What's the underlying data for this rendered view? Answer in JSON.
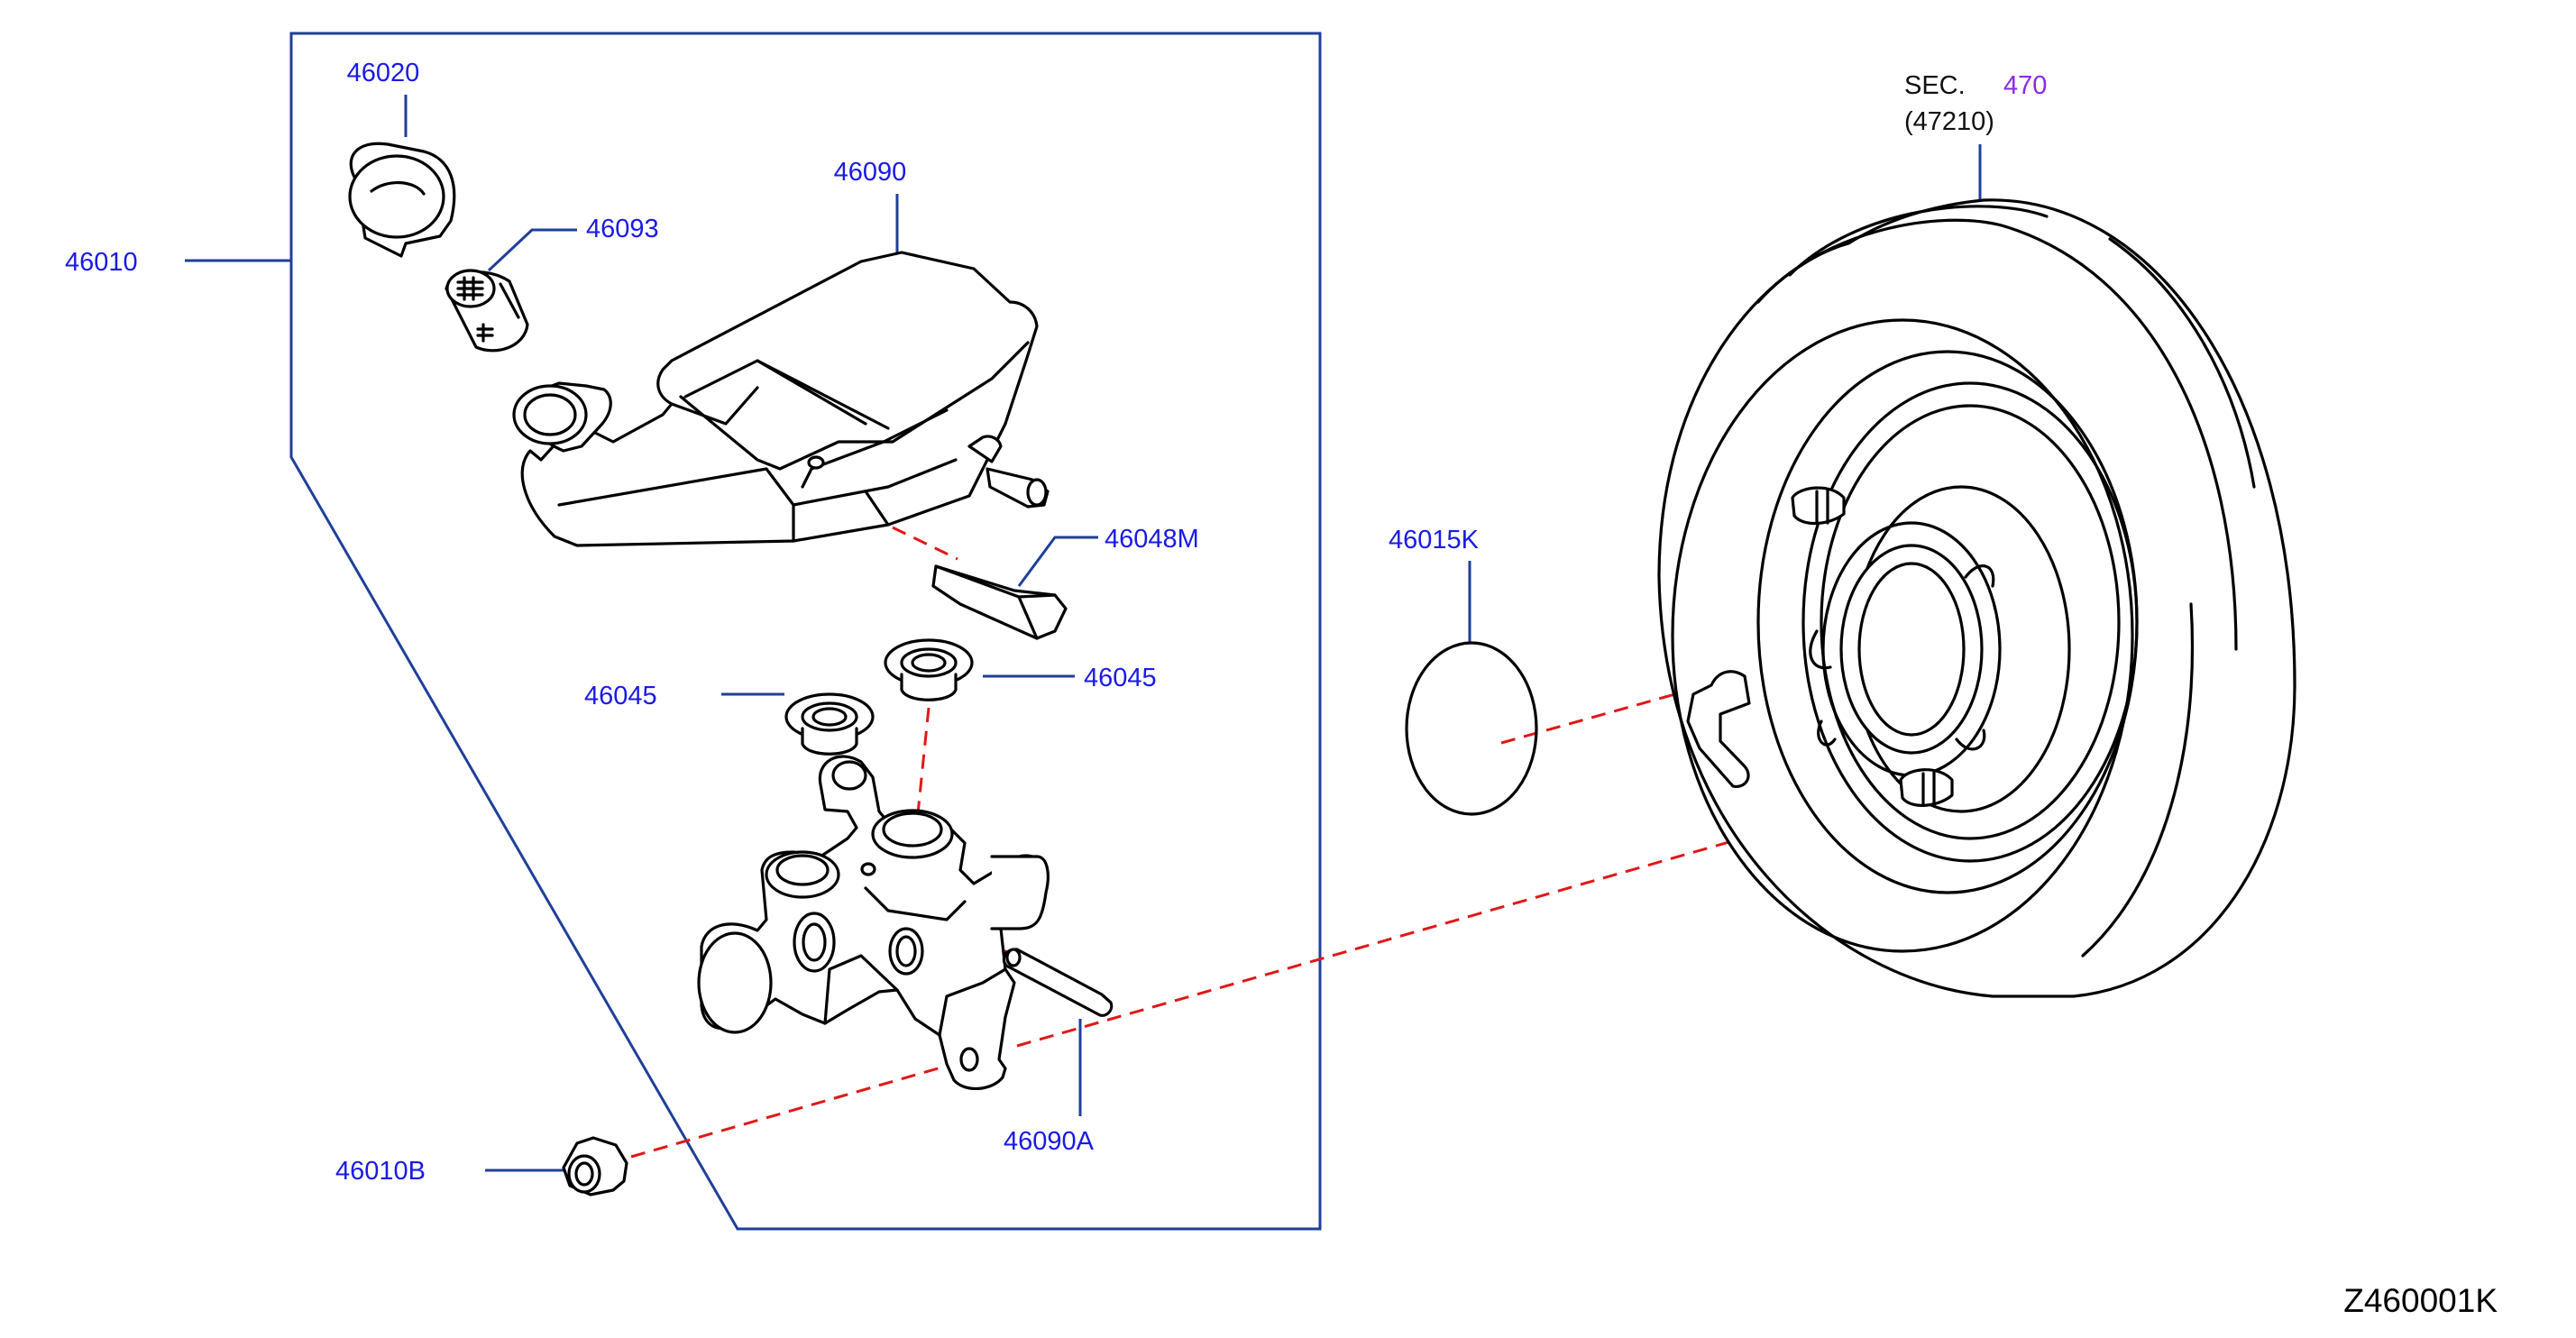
{
  "diagram": {
    "diagram_id": "Z460001K",
    "colors": {
      "callout": "#1a1ae6",
      "section_ref": "#8a2be2",
      "leader": "#1f3f9a",
      "alignment_dash": "#e01818",
      "part_outline": "#000000"
    },
    "callouts": {
      "p46020": "46020",
      "p46093": "46093",
      "p46090": "46090",
      "p46010": "46010",
      "p46048M": "46048M",
      "p46045_left": "46045",
      "p46045_right": "46045",
      "p46090A": "46090A",
      "p46010B": "46010B",
      "p46015K": "46015K"
    },
    "section_ref": {
      "prefix": "SEC.",
      "number": "470",
      "part": "(47210)"
    }
  }
}
